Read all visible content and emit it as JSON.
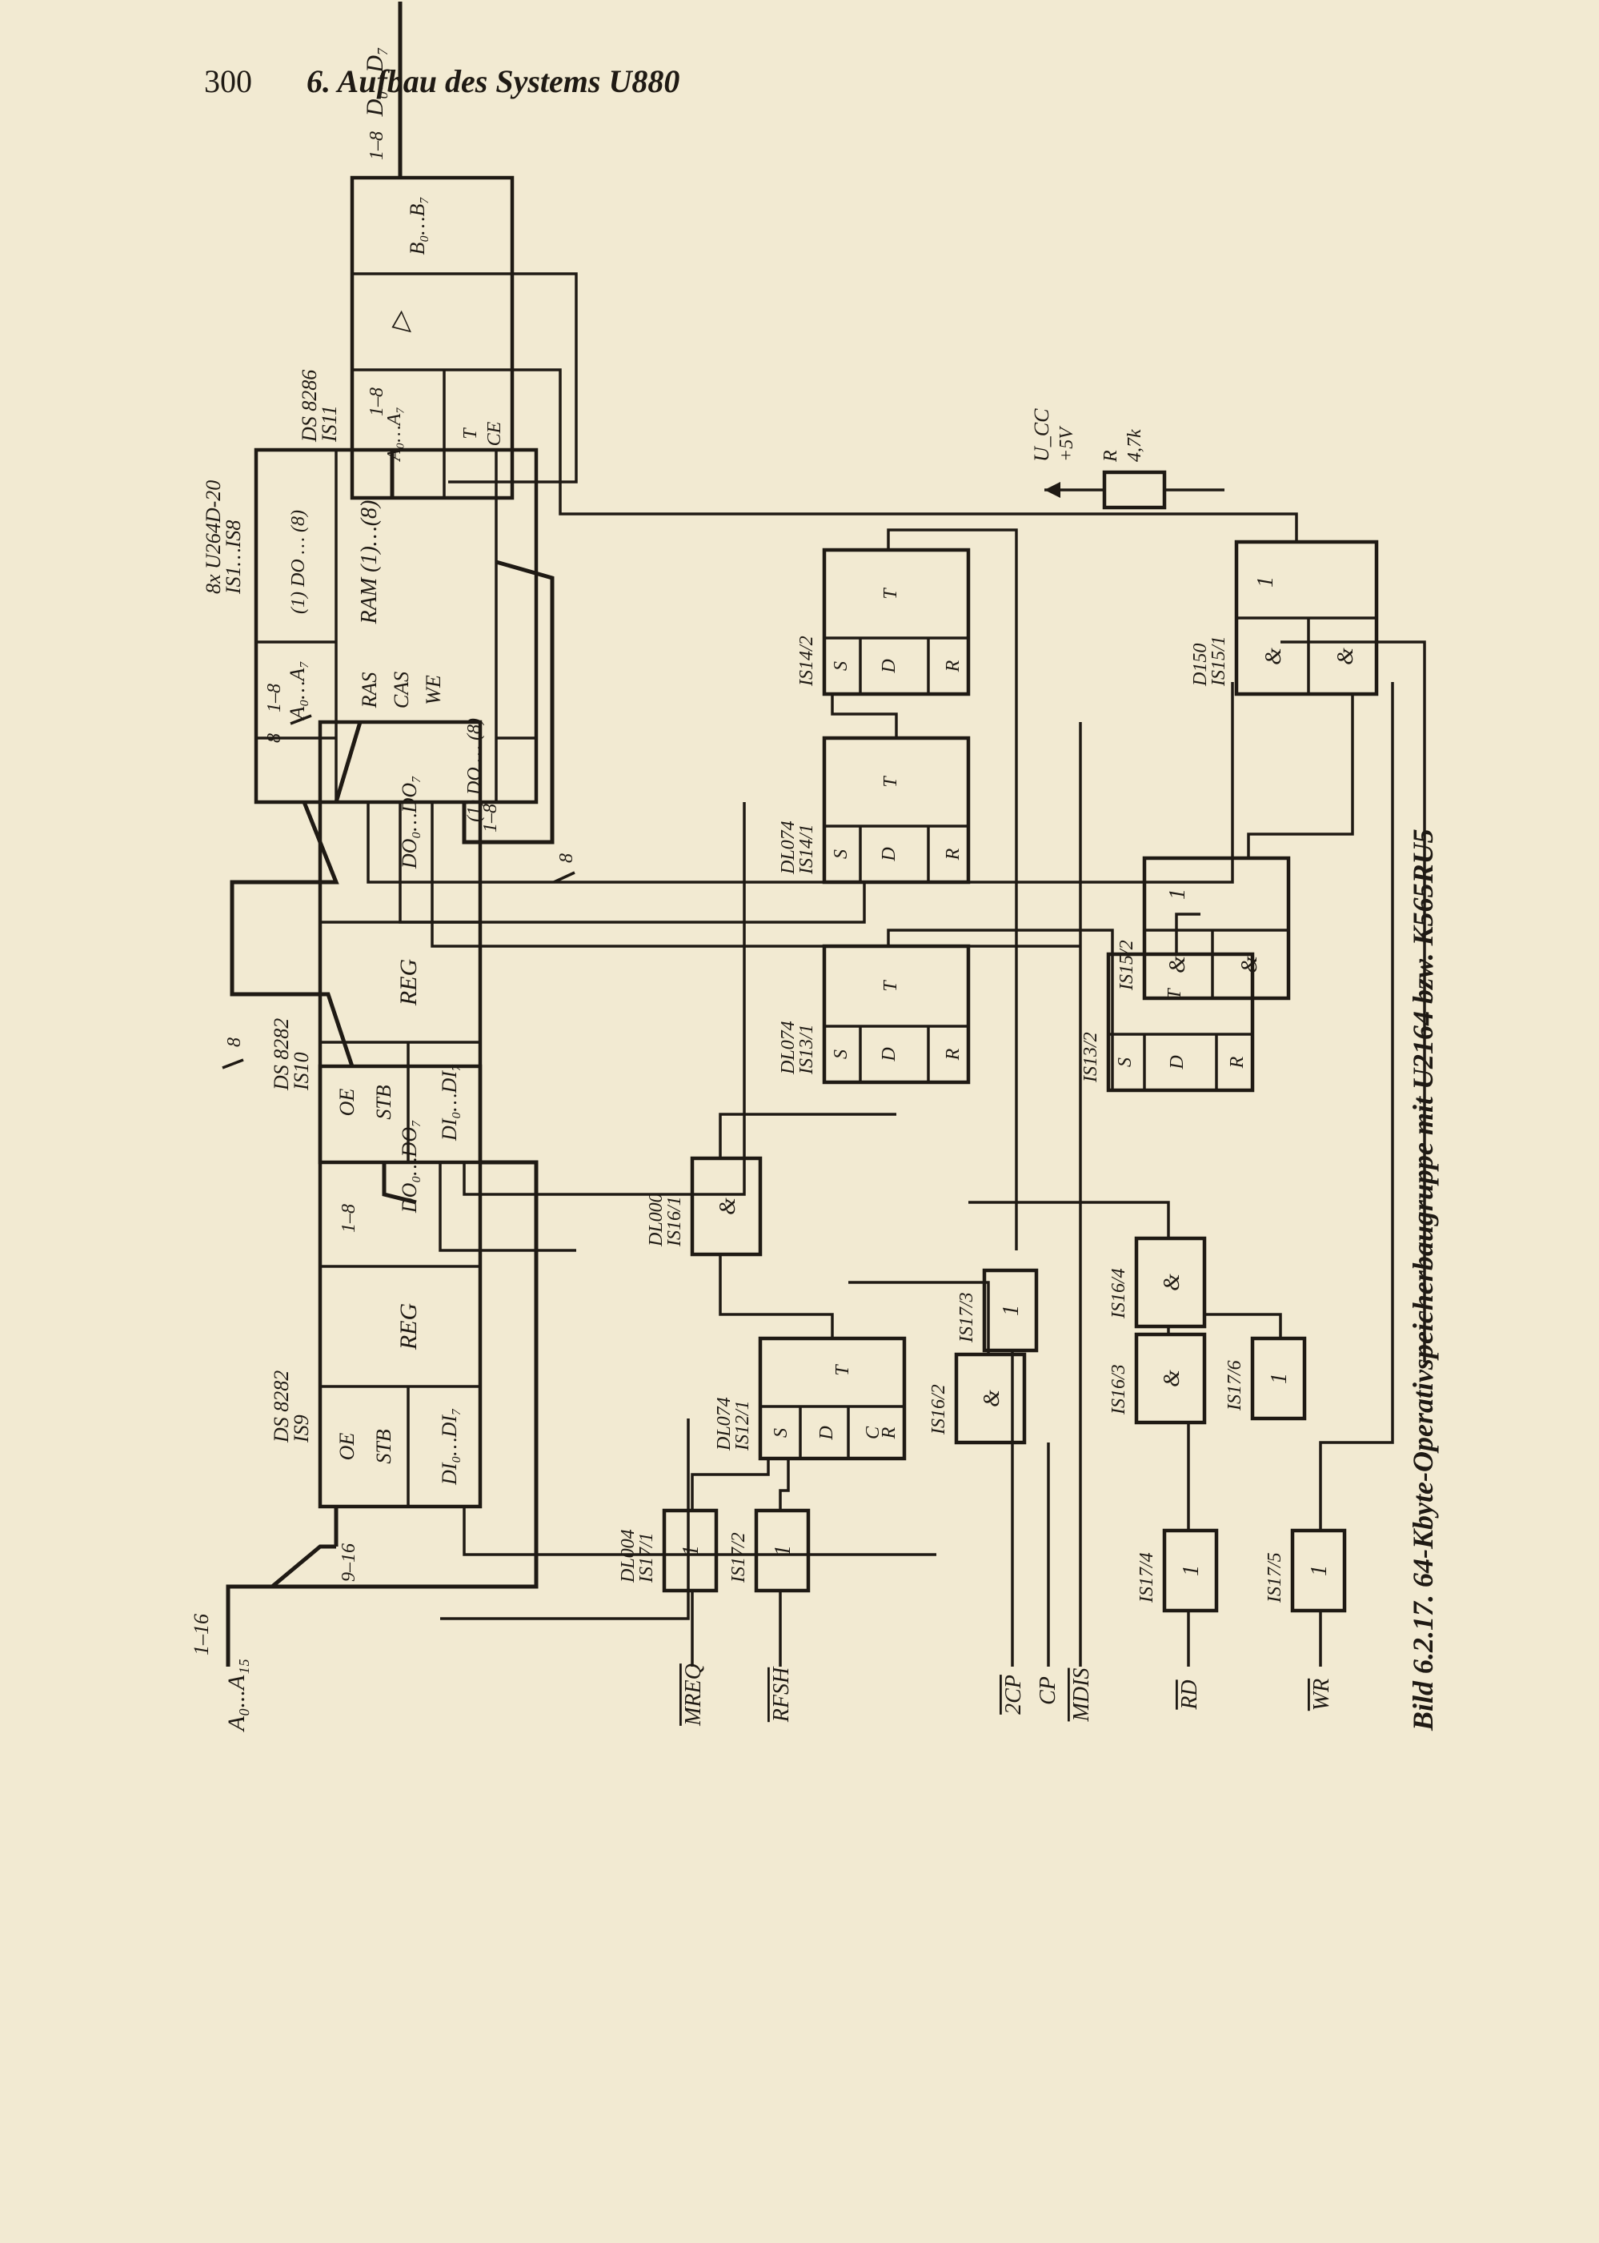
{
  "header": {
    "page_number": "300",
    "chapter": "6. Aufbau des Systems U880"
  },
  "caption": "Bild 6.2.17. 64-Kbyte-Operativspeicherbaugruppe mit U2164 bzw. K565RU5",
  "bus_labels": {
    "input_bus": "A₀...A₁₅",
    "input_range": "1–16",
    "output_bus": "D₀...D₇",
    "output_range": "1–8",
    "range_1_8": "1–8",
    "range_9_16": "9–16",
    "width_8": "8"
  },
  "chips": {
    "is9": {
      "ref": "IS9",
      "type": "DS 8282",
      "in": "DI₀…DI₇",
      "reg": "REG",
      "out": "DO₀…DO₇",
      "stb": "STB",
      "oe": "OE"
    },
    "is10": {
      "ref": "IS10",
      "type": "DS 8282",
      "in": "DI₀…DI₇",
      "reg": "REG",
      "out": "DO₀…DO₇",
      "stb": "STB",
      "oe": "OE"
    },
    "ram": {
      "ref": "IS1…IS8",
      "type": "8x U264D-20",
      "addr": "A₀…A₇",
      "ras": "RAS",
      "cas": "CAS",
      "we": "WE",
      "di": "(1) DO … (8)",
      "label": "RAM (1)…(8)",
      "do": "(1) DO … (8)"
    },
    "is11": {
      "ref": "IS11",
      "type": "DS 8286",
      "a": "A₀…A₇",
      "t": "T",
      "ce": "CE",
      "tri": "▷",
      "b": "B₀…B₇"
    },
    "is12_1": {
      "ref": "IS12/1",
      "type": "DL074"
    },
    "is13_1": {
      "ref": "IS13/1",
      "type": "DL074"
    },
    "is13_2": {
      "ref": "IS13/2",
      "type": ""
    },
    "is14_1": {
      "ref": "IS14/1",
      "type": "DL074"
    },
    "is14_2": {
      "ref": "IS14/2",
      "type": ""
    },
    "is15_1": {
      "ref": "IS15/1",
      "type": "D150"
    },
    "is15_2": {
      "ref": "IS15/2",
      "type": ""
    },
    "is16_1": {
      "ref": "IS16/1",
      "type": "DL000"
    },
    "is16_2": {
      "ref": "IS16/2",
      "type": ""
    },
    "is16_3": {
      "ref": "IS16/3",
      "type": ""
    },
    "is16_4": {
      "ref": "IS16/4",
      "type": ""
    },
    "is17_1": {
      "ref": "IS17/1",
      "type": "DL004"
    },
    "is17_2": {
      "ref": "IS17/2",
      "type": ""
    },
    "is17_3": {
      "ref": "IS17/3",
      "type": ""
    },
    "is17_4": {
      "ref": "IS17/4",
      "type": ""
    },
    "is17_5": {
      "ref": "IS17/5",
      "type": ""
    },
    "is17_6": {
      "ref": "IS17/6",
      "type": ""
    }
  },
  "ff_pins": {
    "t": "T",
    "s": "S",
    "d": "D",
    "c": "C",
    "r": "R"
  },
  "gate_symbols": {
    "and": "&",
    "inv": "1",
    "or": "1"
  },
  "signals": {
    "mreq": "MREQ",
    "rfsh": "RFSH",
    "twocp": "2CP",
    "cp": "CP",
    "mdis": "MDIS",
    "rd": "RD",
    "wr": "WR"
  },
  "pullup": {
    "supply": "U_CC",
    "voltage": "+5V",
    "resistor": "R",
    "value": "4,7k"
  }
}
